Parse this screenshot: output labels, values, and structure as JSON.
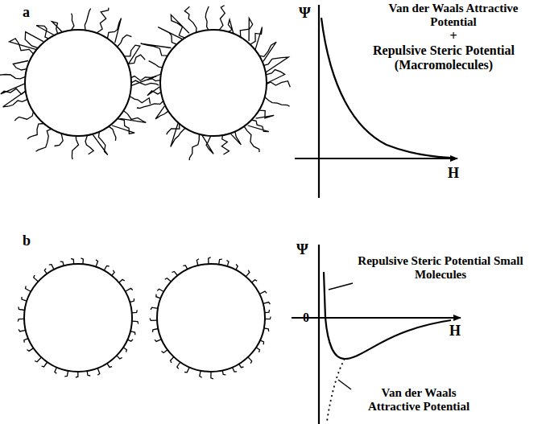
{
  "diagram": {
    "labels": [
      "a",
      "Ψ",
      "Van der Waals Attractive Potential",
      "+",
      "Repulsive Steric Potential (Macromolecules)",
      "H",
      "b",
      "Ψ",
      "Repulsive Steric Potential Small Molecules",
      "0",
      "H",
      "Van der Waals Attractive Potential"
    ]
  }
}
